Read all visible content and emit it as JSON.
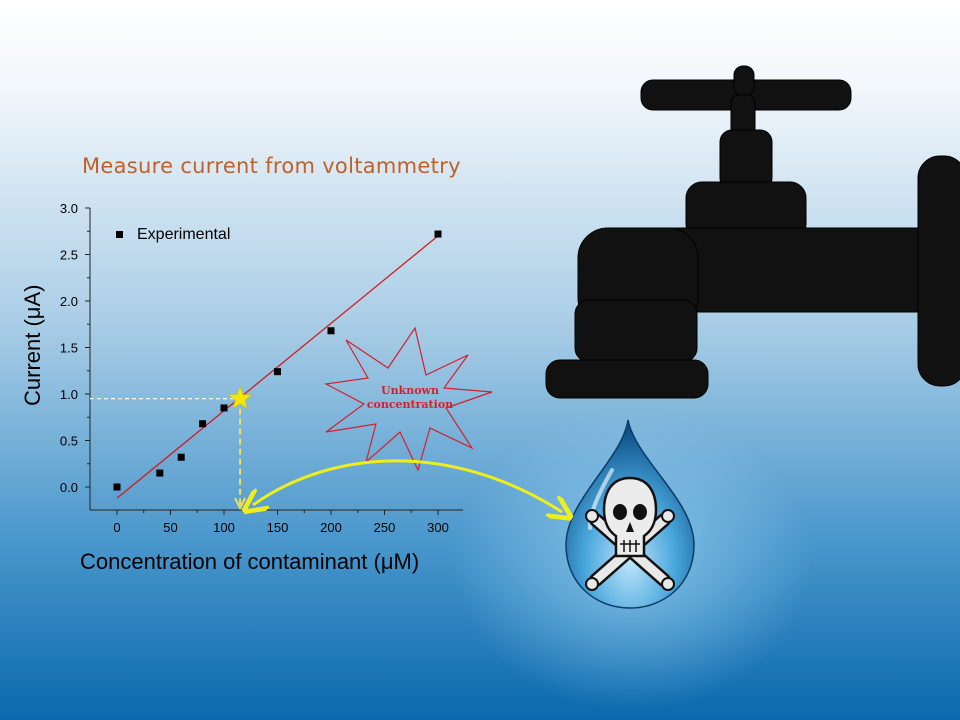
{
  "title": "Measure current from voltammetry",
  "annotation": "Unknown concentration",
  "chart_data": {
    "type": "scatter",
    "xlabel": "Concentration of contaminant (μM)",
    "ylabel": "Current (μA)",
    "xlim": [
      -10,
      325
    ],
    "ylim": [
      -0.25,
      3.0
    ],
    "xticks": [
      0,
      50,
      100,
      150,
      200,
      250,
      300
    ],
    "yticks": [
      0.0,
      0.5,
      1.0,
      1.5,
      2.0,
      2.5,
      3.0
    ],
    "xtick_labels": [
      "0",
      "50",
      "100",
      "150",
      "200",
      "250",
      "300"
    ],
    "ytick_labels": [
      "0.0",
      "0.5",
      "1.0",
      "1.5",
      "2.0",
      "2.5",
      "3.0"
    ],
    "series": [
      {
        "name": "Experimental",
        "x": [
          0,
          40,
          60,
          80,
          100,
          150,
          200,
          300
        ],
        "y": [
          0.0,
          0.15,
          0.32,
          0.68,
          0.85,
          1.24,
          1.68,
          2.72
        ]
      }
    ],
    "fit_line": {
      "x": [
        0,
        300
      ],
      "y": [
        -0.12,
        2.7
      ],
      "color": "#d01c1c"
    },
    "unknown_point": {
      "x": 115,
      "y": 0.95,
      "color": "#f5e60a"
    },
    "legend_position": "top-left",
    "grid": false
  },
  "colors": {
    "background_top": "#ffffff",
    "background_bottom": "#0a6db0",
    "title": "#c0602a",
    "arrow": "#f0ee1a",
    "guide": "#f1df5a"
  },
  "icons": [
    "water-faucet-icon",
    "poison-water-drop-icon",
    "skull-crossbones-icon",
    "starburst-callout"
  ]
}
